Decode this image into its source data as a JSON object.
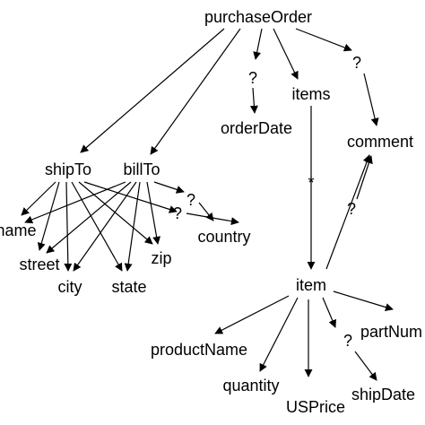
{
  "nodes": {
    "purchaseOrder": "purchaseOrder",
    "shipTo": "shipTo",
    "billTo": "billTo",
    "orderDate": "orderDate",
    "items": "items",
    "comment": "comment",
    "name": "name",
    "street": "street",
    "city": "city",
    "state": "state",
    "zip": "zip",
    "country": "country",
    "item": "item",
    "productName": "productName",
    "quantity": "quantity",
    "USPrice": "USPrice",
    "partNum": "partNum",
    "shipDate": "shipDate"
  },
  "marks": {
    "optional": "?",
    "repeat": "*"
  },
  "edges": [
    [
      "purchaseOrder",
      "shipTo"
    ],
    [
      "purchaseOrder",
      "billTo"
    ],
    [
      "purchaseOrder",
      "orderDate"
    ],
    [
      "purchaseOrder",
      "items"
    ],
    [
      "purchaseOrder",
      "comment"
    ],
    [
      "items",
      "item"
    ],
    [
      "item",
      "comment"
    ],
    [
      "item",
      "productName"
    ],
    [
      "item",
      "quantity"
    ],
    [
      "item",
      "USPrice"
    ],
    [
      "item",
      "partNum"
    ],
    [
      "item",
      "shipDate"
    ],
    [
      "shipTo",
      "name"
    ],
    [
      "shipTo",
      "street"
    ],
    [
      "shipTo",
      "city"
    ],
    [
      "shipTo",
      "state"
    ],
    [
      "shipTo",
      "zip"
    ],
    [
      "shipTo",
      "country"
    ],
    [
      "billTo",
      "name"
    ],
    [
      "billTo",
      "street"
    ],
    [
      "billTo",
      "city"
    ],
    [
      "billTo",
      "state"
    ],
    [
      "billTo",
      "zip"
    ],
    [
      "billTo",
      "country"
    ]
  ]
}
